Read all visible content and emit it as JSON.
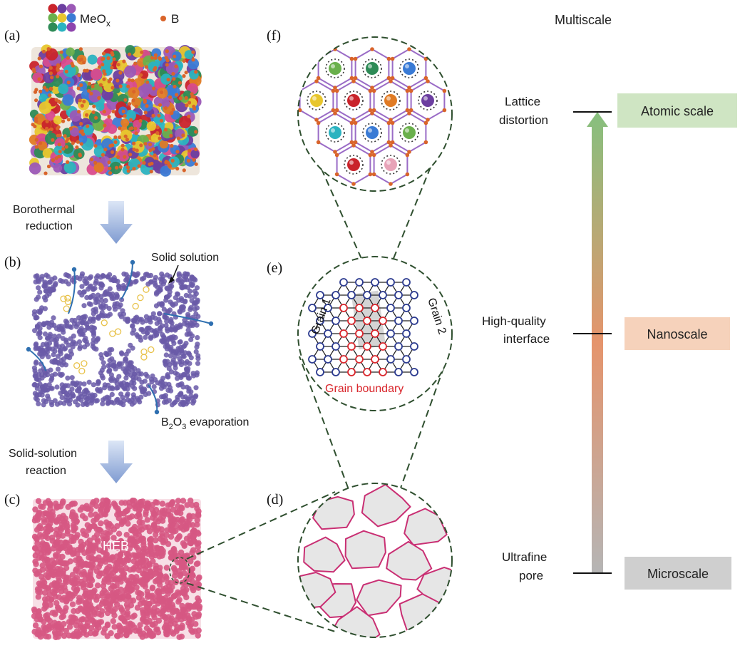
{
  "panels": {
    "a": "(a)",
    "b": "(b)",
    "c": "(c)",
    "d": "(d)",
    "e": "(e)",
    "f": "(f)"
  },
  "legend": {
    "meox_prefix": "MeO",
    "meox_sub": "x",
    "boron": "B"
  },
  "steps": {
    "step1_line1": "Borothermal",
    "step1_line2": "reduction",
    "step2_line1": "Solid-solution",
    "step2_line2": "reaction"
  },
  "annotations": {
    "solid_solution": "Solid solution",
    "evap_b": "B",
    "evap_sub1": "2",
    "evap_o": "O",
    "evap_sub2": "3",
    "evap_rest": " evaporation",
    "heb": "HEB",
    "grain1": "Grain 1",
    "grain2": "Grain 2",
    "grain_boundary": "Grain boundary"
  },
  "multiscale": {
    "title": "Multiscale",
    "levels": [
      {
        "line1": "Lattice",
        "line2": "distortion",
        "scale": "Atomic scale",
        "color": "#cfe5c3"
      },
      {
        "line1": "High-quality",
        "line2": "interface",
        "scale": "Nanoscale",
        "color": "#f6d2bb"
      },
      {
        "line1": "Ultrafine",
        "line2": "pore",
        "scale": "Microscale",
        "color": "#cfcfcf"
      }
    ],
    "arrow_top_color": "#86c07e",
    "arrow_mid_color": "#e89b73",
    "arrow_bottom_color": "#b0b0b0"
  },
  "colors": {
    "particle_palette": [
      "#c9242b",
      "#e07b25",
      "#e8c62e",
      "#6ab04c",
      "#2e8b57",
      "#3a7bd5",
      "#6c3fa0",
      "#9b59b6",
      "#2bb3c0",
      "#d94b8c"
    ],
    "boron": "#d9642a",
    "solid_solution": "#6a5aa8",
    "heb": "#d65883",
    "grain_blue": "#2b3a8f",
    "grain_red": "#d9262c",
    "hex_line": "#9a6bc6",
    "dashed_circle": "#2f4f2f",
    "down_arrow": "#8fa7d6"
  }
}
